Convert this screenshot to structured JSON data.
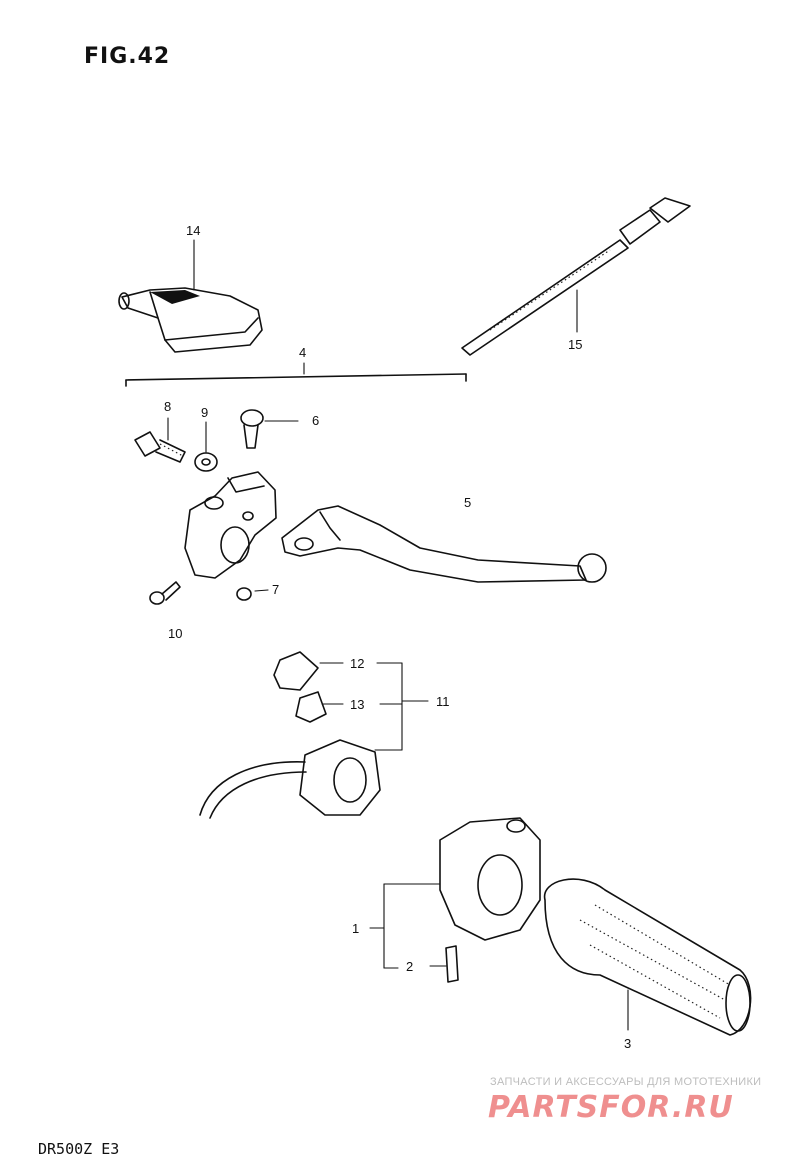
{
  "figure_title": "FIG.42",
  "model_code": "DR500Z E3",
  "watermark": {
    "caption": "ЗАПЧАСТИ И АКСЕССУАРЫ ДЛЯ МОТОТЕХНИКИ",
    "brand": "PARTSFOR.RU"
  },
  "callouts": [
    "14",
    "15",
    "4",
    "8",
    "9",
    "6",
    "5",
    "10",
    "7",
    "12",
    "13",
    "11",
    "1",
    "2",
    "3"
  ]
}
